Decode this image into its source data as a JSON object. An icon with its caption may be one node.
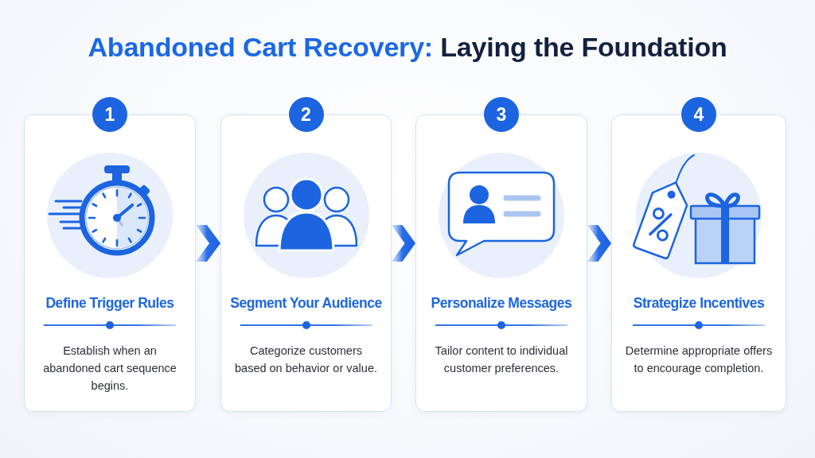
{
  "diagram": {
    "title": "Abandoned Cart Recovery: Laying the Foundation",
    "nodes": [
      {
        "text": [
          "1",
          "Define Trigger Rules",
          "Establish when an abandoned cart sequence begins."
        ]
      },
      {
        "text": [
          "2",
          "Segment Your Audience",
          "Categorize customers based on behavior or value."
        ]
      },
      {
        "text": [
          "3",
          "Personalize Messages",
          "Tailor content to individual customer preferences."
        ]
      },
      {
        "text": [
          "4",
          "Strategize Incentives",
          "Determine appropriate offers to encourage completion."
        ]
      }
    ],
    "edges": [
      {
        "from": 0,
        "to": 1,
        "arrow": "to"
      },
      {
        "from": 1,
        "to": 2,
        "arrow": "to"
      },
      {
        "from": 2,
        "to": 3,
        "arrow": "to"
      }
    ]
  }
}
